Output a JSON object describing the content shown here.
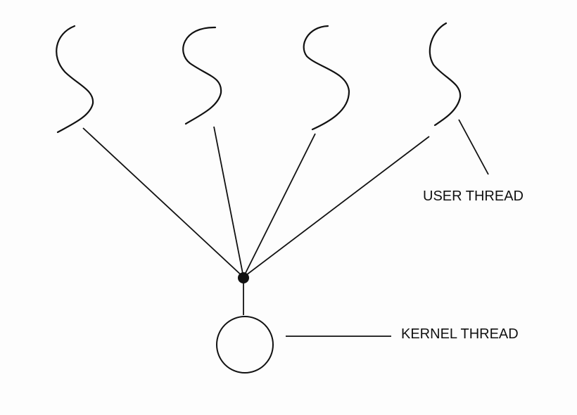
{
  "diagram": {
    "user_thread_label": "USER THREAD",
    "kernel_thread_label": "KERNEL THREAD",
    "user_thread_count": 4,
    "kernel_thread_count": 1
  },
  "colors": {
    "background": "#fdfdfd",
    "stroke": "#111111"
  }
}
